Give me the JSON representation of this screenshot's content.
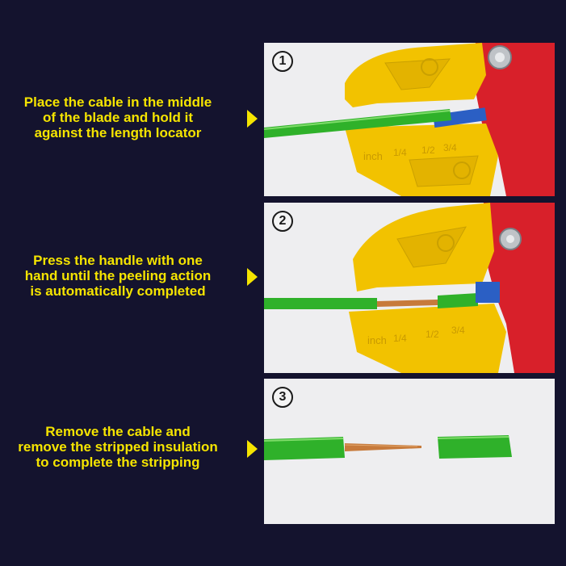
{
  "steps": [
    {
      "number": "1",
      "caption_lines": [
        "Place the cable in the middle",
        "of the blade and hold it",
        "against the length locator"
      ],
      "scale_label": "inch",
      "scale_marks": [
        "1/4",
        "1/2",
        "3/4"
      ]
    },
    {
      "number": "2",
      "caption_lines": [
        "Press the handle with one",
        "hand until the peeling action",
        "is automatically completed"
      ],
      "scale_label": "inch",
      "scale_marks": [
        "1/4",
        "1/2",
        "3/4"
      ]
    },
    {
      "number": "3",
      "caption_lines": [
        "Remove the cable and",
        "remove the stripped insulation",
        "to complete the stripping"
      ]
    }
  ],
  "colors": {
    "background": "#14132e",
    "caption_text": "#f5e400",
    "tool_yellow": "#f2c200",
    "tool_red": "#d8202a",
    "cable_green": "#2fb12a",
    "copper": "#c77a3b"
  }
}
